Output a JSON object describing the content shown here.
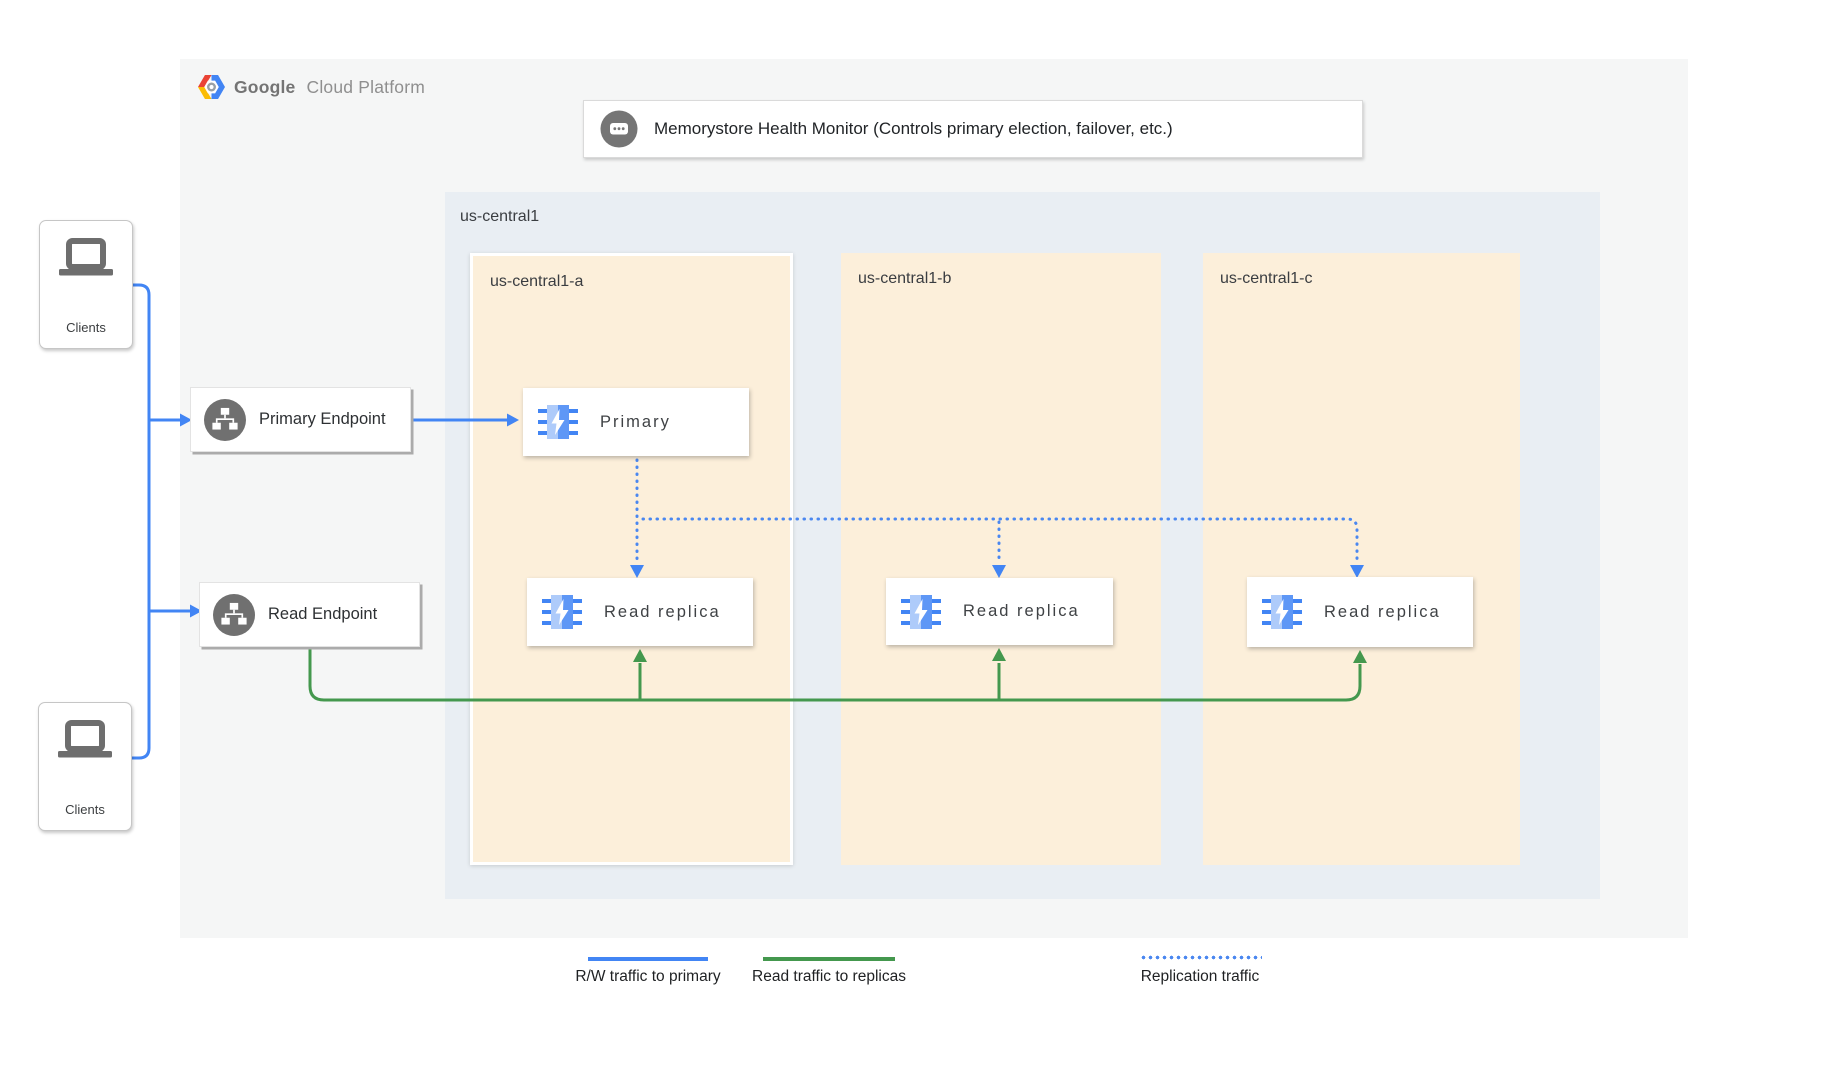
{
  "brand": {
    "name_bold": "Google",
    "name_light": "Cloud Platform"
  },
  "monitor": {
    "label": "Memorystore Health Monitor (Controls primary election, failover, etc.)",
    "icon": "chat-dots-icon"
  },
  "clients": {
    "top": {
      "label": "Clients",
      "icon": "laptop-icon"
    },
    "bottom": {
      "label": "Clients",
      "icon": "laptop-icon"
    }
  },
  "endpoints": {
    "primary": {
      "label": "Primary Endpoint",
      "icon": "network-sitemap-icon"
    },
    "read": {
      "label": "Read Endpoint",
      "icon": "network-sitemap-icon"
    }
  },
  "region": {
    "label": "us-central1",
    "zones": [
      {
        "label": "us-central1-a",
        "nodes": [
          {
            "label": "Primary",
            "icon": "memorystore-icon"
          },
          {
            "label": "Read replica",
            "icon": "memorystore-icon"
          }
        ]
      },
      {
        "label": "us-central1-b",
        "nodes": [
          {
            "label": "Read replica",
            "icon": "memorystore-icon"
          }
        ]
      },
      {
        "label": "us-central1-c",
        "nodes": [
          {
            "label": "Read replica",
            "icon": "memorystore-icon"
          }
        ]
      }
    ]
  },
  "legend": {
    "rw_primary": {
      "label": "R/W traffic to primary",
      "style": "solid",
      "color": "#4285f4"
    },
    "read_replicas": {
      "label": "Read traffic to replicas",
      "style": "solid",
      "color": "#44984e"
    },
    "replication": {
      "label": "Replication traffic",
      "style": "dotted",
      "color": "#4a87f0"
    }
  },
  "colors": {
    "rw_traffic_blue": "#4285f4",
    "read_traffic_green": "#44984e",
    "replication_blue": "#4a87f0",
    "zone_fill": "#fcefda",
    "region_fill": "#e9eef3",
    "container_fill": "#f5f6f6",
    "icon_gray": "#707070",
    "memorystore_pin_blue": "#4285f4",
    "memorystore_light_blue": "#aecbfa",
    "memorystore_mid_blue": "#5e97f6"
  }
}
